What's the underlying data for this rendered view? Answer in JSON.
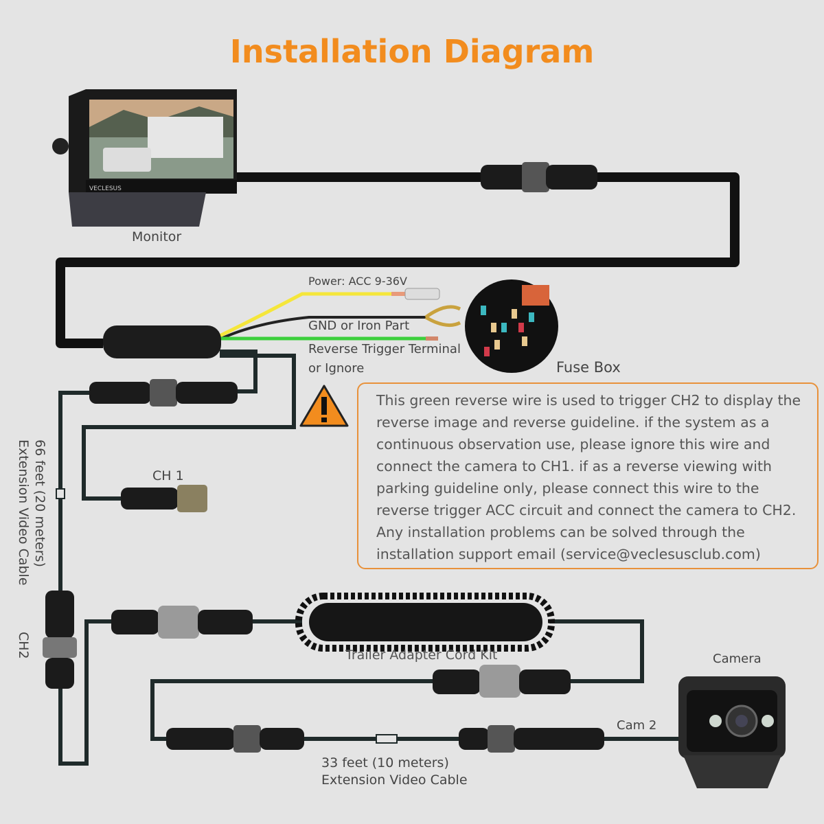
{
  "title": "Installation Diagram",
  "labels": {
    "monitor": "Monitor",
    "power": "Power: ACC 9-36V",
    "gnd": "GND or Iron Part",
    "reverse_line1": "Reverse Trigger Terminal",
    "reverse_line2": "or Ignore",
    "fuse_box": "Fuse Box",
    "ch1": "CH 1",
    "ch2": "CH2",
    "ext66_line1": "66 feet (20 meters)",
    "ext66_line2": "Extension Video Cable",
    "trailer": "Trailer Adapter Cord Kit",
    "camera": "Camera",
    "cam2": "Cam 2",
    "ext33_line1": "33 feet (10 meters)",
    "ext33_line2": "Extension Video Cable",
    "monitor_brand": "VECLESUS"
  },
  "note": "This green reverse wire is used to trigger CH2 to display the reverse image and reverse guideline. if the system as a continuous observation use, please ignore this wire and connect the camera to CH1. if as a reverse viewing with parking guideline only, please connect this wire to the reverse trigger ACC circuit and connect the camera to CH2. Any installation problems can be solved through the installation support email (service@veclesusclub.com)",
  "colors": {
    "title": "#f28c1e",
    "note_border": "#e8913a",
    "warning": "#f28c1e",
    "power_wire": "#f5e63a",
    "reverse_wire": "#3ccf3c",
    "cable": "#111111"
  },
  "icons": [
    "warning-icon",
    "monitor",
    "camera",
    "fuse-box",
    "connector",
    "coiled-cable"
  ]
}
